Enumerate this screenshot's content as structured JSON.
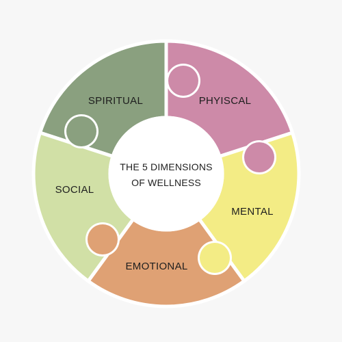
{
  "title_lines": [
    "THE 5 DIMENSIONS",
    "OF WELLNESS"
  ],
  "segments": [
    {
      "key": "spiritual",
      "label": "SPIRITUAL",
      "color": "#8aa07f"
    },
    {
      "key": "physical",
      "label": "PHYISCAL",
      "color": "#cd8aa8"
    },
    {
      "key": "mental",
      "label": "MENTAL",
      "color": "#f3ec85"
    },
    {
      "key": "emotional",
      "label": "EMOTIONAL",
      "color": "#dfa174"
    },
    {
      "key": "social",
      "label": "SOCIAL",
      "color": "#d1e0a6"
    }
  ],
  "colors": {
    "background": "#f7f7f7",
    "center": "#ffffff",
    "separator": "#ffffff",
    "text": "#1e1e1e"
  }
}
